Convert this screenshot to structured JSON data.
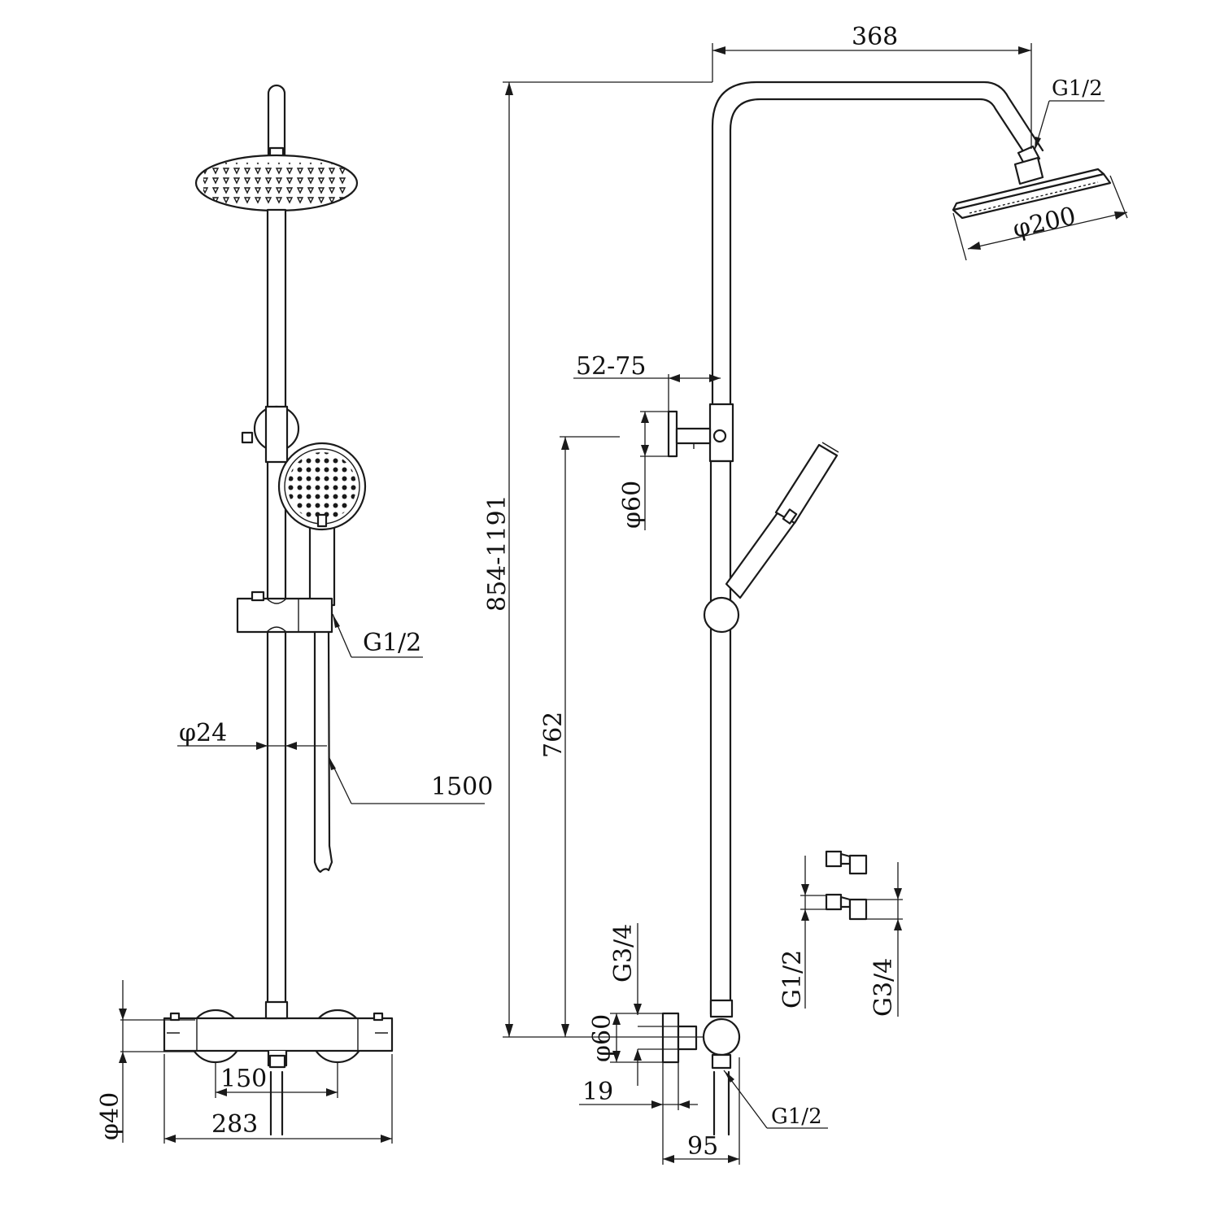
{
  "drawing": {
    "background": "#ffffff",
    "line_color": "#1a1a1a",
    "views": [
      "front-view",
      "side-view"
    ]
  },
  "dimensions": {
    "front": {
      "hand_shower_thread": "G1/2",
      "rail_diameter": "φ24",
      "hose_length": "1500",
      "valve_centers": "150",
      "valve_width": "283",
      "valve_body_diameter": "φ40"
    },
    "side": {
      "arm_reach": "368",
      "head_thread": "G1/2",
      "head_diameter": "φ200",
      "bracket_offset": "52-75",
      "bracket_diameter": "φ60",
      "height_range": "854-1191",
      "lower_height": "762",
      "inlet_thread": "G3/4",
      "flange_diameter": "φ60",
      "flange_offset": "19",
      "outlet_thread": "G1/2",
      "valve_projection": "95",
      "connector_thread_small": "G1/2",
      "connector_thread_large": "G3/4"
    }
  }
}
